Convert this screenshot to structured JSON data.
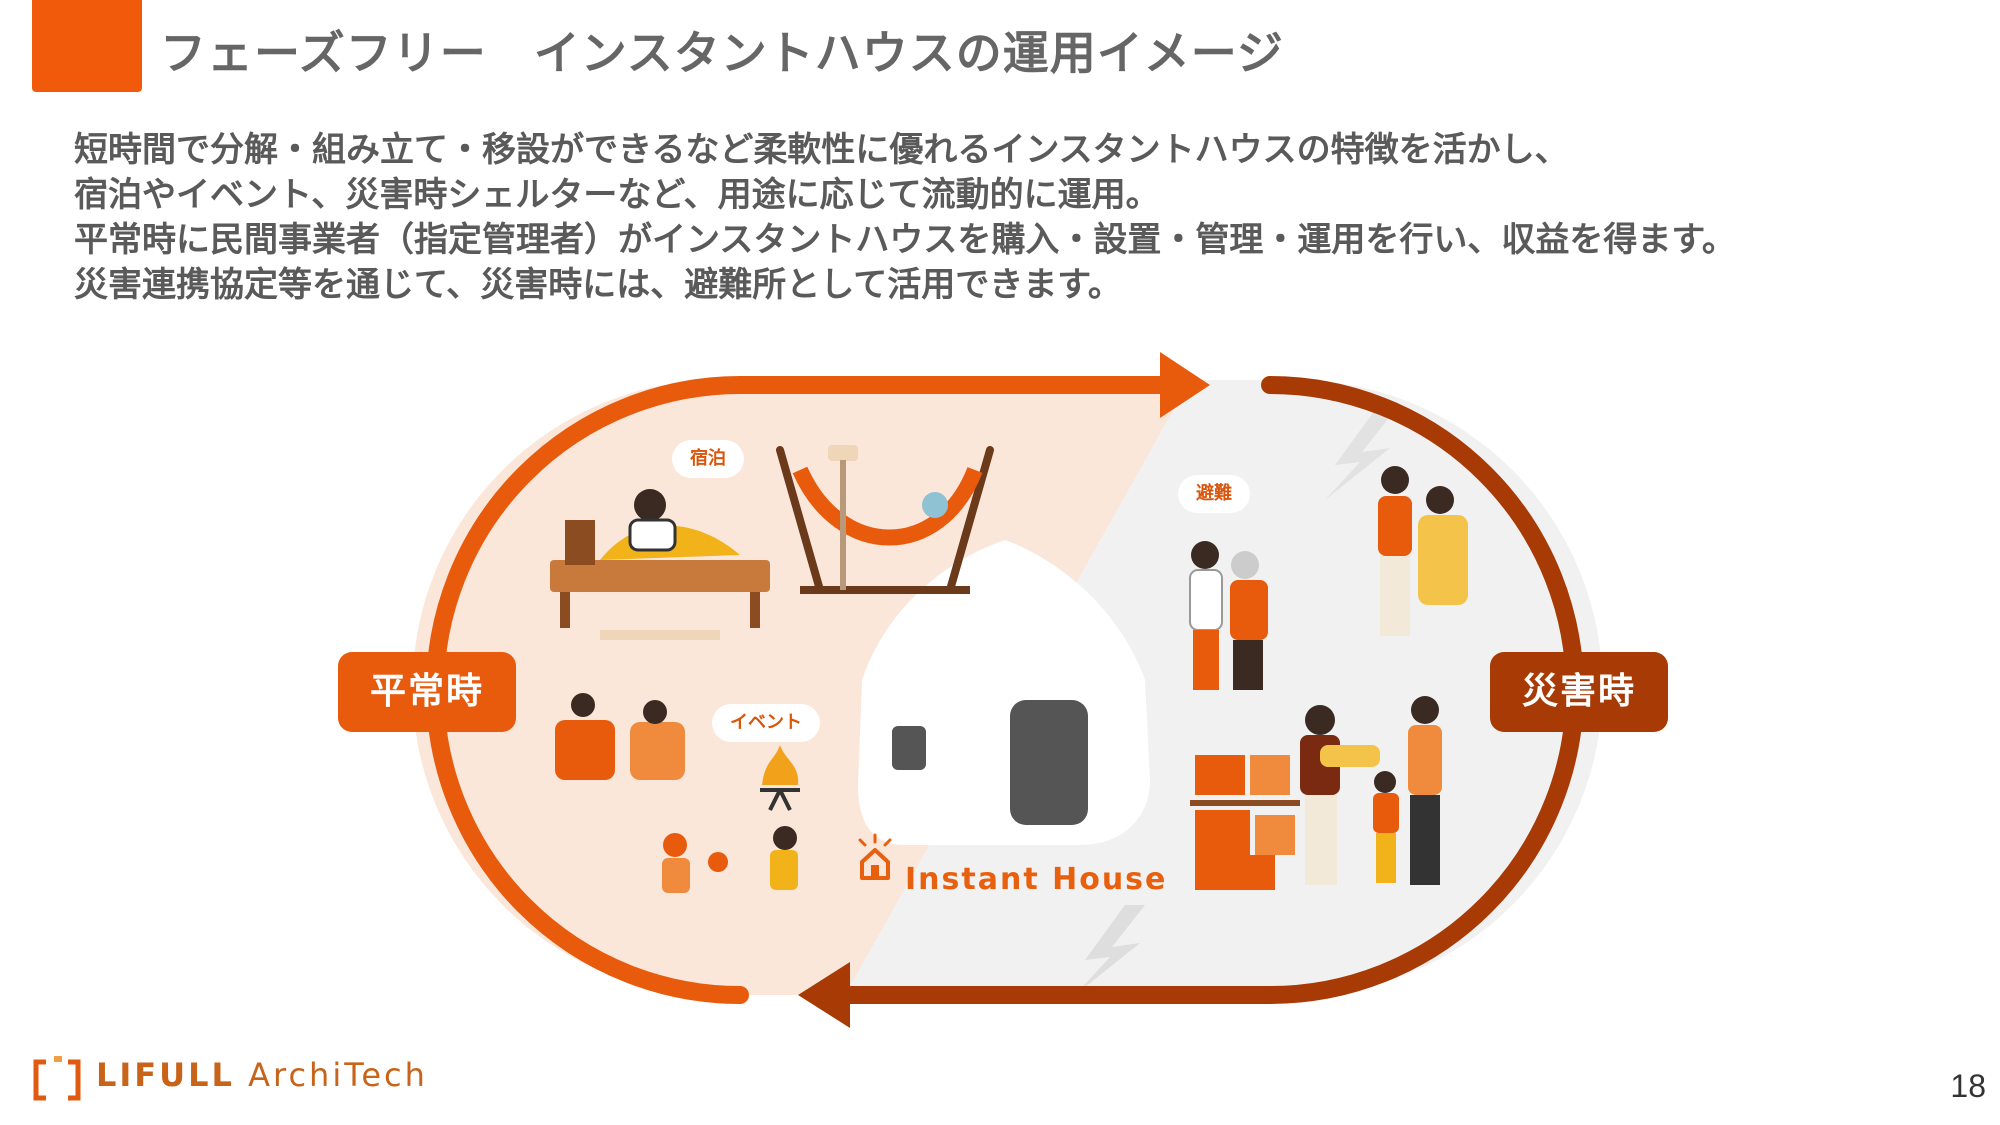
{
  "header": {
    "title": "フェーズフリー　インスタントハウスの運用イメージ",
    "accent_color": "#f05a0a"
  },
  "body": {
    "lines": [
      "短時間で分解・組み立て・移設ができるなど柔軟性に優れるインスタントハウスの特徴を活かし、",
      "宿泊やイベント、災害時シェルターなど、用途に応じて流動的に運用。",
      "平常時に民間事業者（指定管理者）がインスタントハウスを購入・設置・管理・運用を行い、収益を得ます。",
      "災害連携協定等を通じて、災害時には、避難所として活用できます。"
    ]
  },
  "diagram": {
    "normal_label": "平常時",
    "disaster_label": "災害時",
    "normal_color": "#e85a0c",
    "disaster_color": "#a83a06",
    "tags": {
      "lodging": "宿泊",
      "event": "イベント",
      "evacuation": "避難"
    },
    "house_brand": "Instant House",
    "icons": [
      "house-icon",
      "bed-scene-icon",
      "hammock-scene-icon",
      "campfire-scene-icon",
      "play-scene-icon",
      "evacuation-scene-icon",
      "supply-scene-icon",
      "lightning-icon"
    ]
  },
  "footer": {
    "logo_main": "LIFULL",
    "logo_sub": "ArchiTech",
    "page_number": "18"
  }
}
